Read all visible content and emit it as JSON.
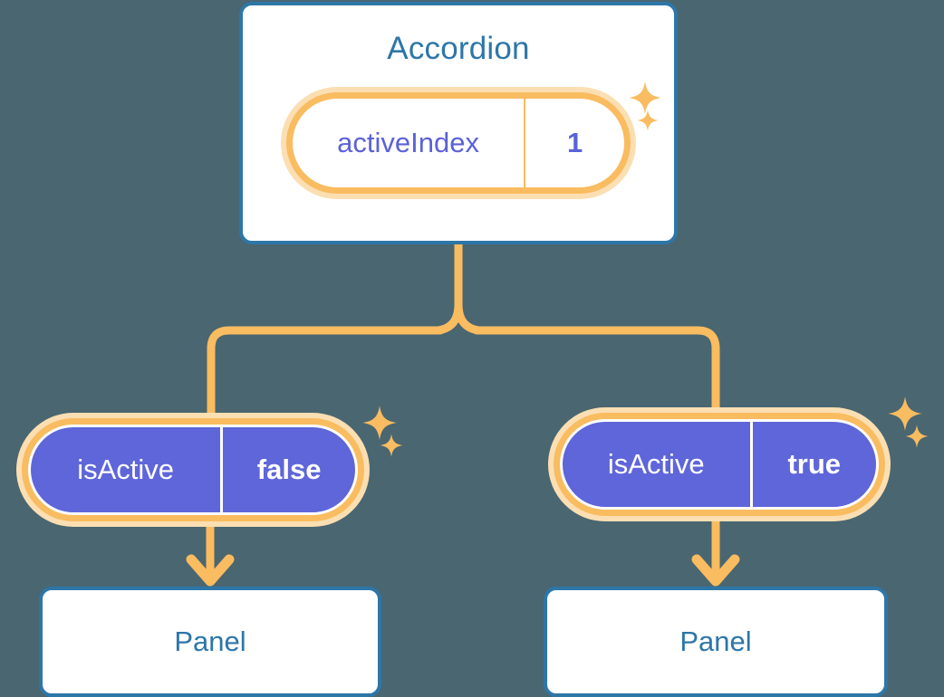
{
  "theme": {
    "background": "#4a6670",
    "card_border": "#2d76a8",
    "card_fill": "#ffffff",
    "title_text": "#2d76a8",
    "pill_halo": "#fbdfb3",
    "pill_ring": "#f9bc60",
    "pill_purple_fill": "#5f66da",
    "accent_purple_text": "#5b62d8",
    "connector": "#f9bc60",
    "sparkle": "#f9bc60"
  },
  "diagram": {
    "type": "component-tree",
    "root": {
      "title": "Accordion",
      "state_pill": {
        "key": "activeIndex",
        "value": "1",
        "style": "white"
      },
      "sparkles": 2
    },
    "branches": [
      {
        "side": "left",
        "state_pill": {
          "key": "isActive",
          "value": "false",
          "style": "purple"
        },
        "child": {
          "title": "Panel"
        },
        "sparkles": 2
      },
      {
        "side": "right",
        "state_pill": {
          "key": "isActive",
          "value": "true",
          "style": "purple"
        },
        "child": {
          "title": "Panel"
        },
        "sparkles": 2
      }
    ]
  },
  "icons": {
    "sparkle_large": "sparkle-four-point-icon",
    "sparkle_small": "sparkle-four-point-small-icon",
    "arrow_down": "arrow-down-icon",
    "fork_connector": "tree-fork-connector"
  }
}
